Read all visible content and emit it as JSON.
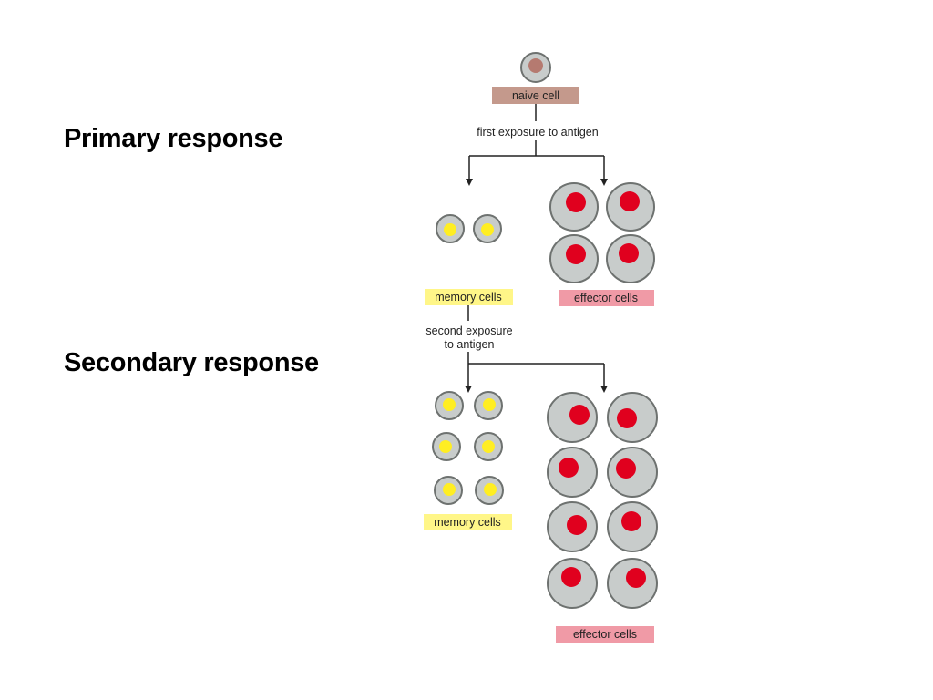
{
  "headings": {
    "primary": "Primary response",
    "secondary": "Secondary response"
  },
  "labels": {
    "naive_cell": "naive cell",
    "first_exposure": "first exposure to antigen",
    "memory_cells_primary": "memory cells",
    "effector_cells_primary": "effector cells",
    "second_exposure_line1": "second exposure",
    "second_exposure_line2": "to antigen",
    "memory_cells_secondary": "memory cells",
    "effector_cells_secondary": "effector cells"
  },
  "colors": {
    "naive_label_bg": "#c4998c",
    "memory_label_bg": "#fff688",
    "effector_label_bg": "#f09aa6",
    "cell_fill": "#c8cccb",
    "cell_stroke": "#6e7270",
    "naive_nucleus": "#b57a70",
    "memory_nucleus": "#ffee22",
    "effector_nucleus": "#e0001e",
    "line": "#222222"
  },
  "counts": {
    "memory_cells_primary": 2,
    "effector_cells_primary": 4,
    "memory_cells_secondary": 6,
    "effector_cells_secondary": 8
  }
}
